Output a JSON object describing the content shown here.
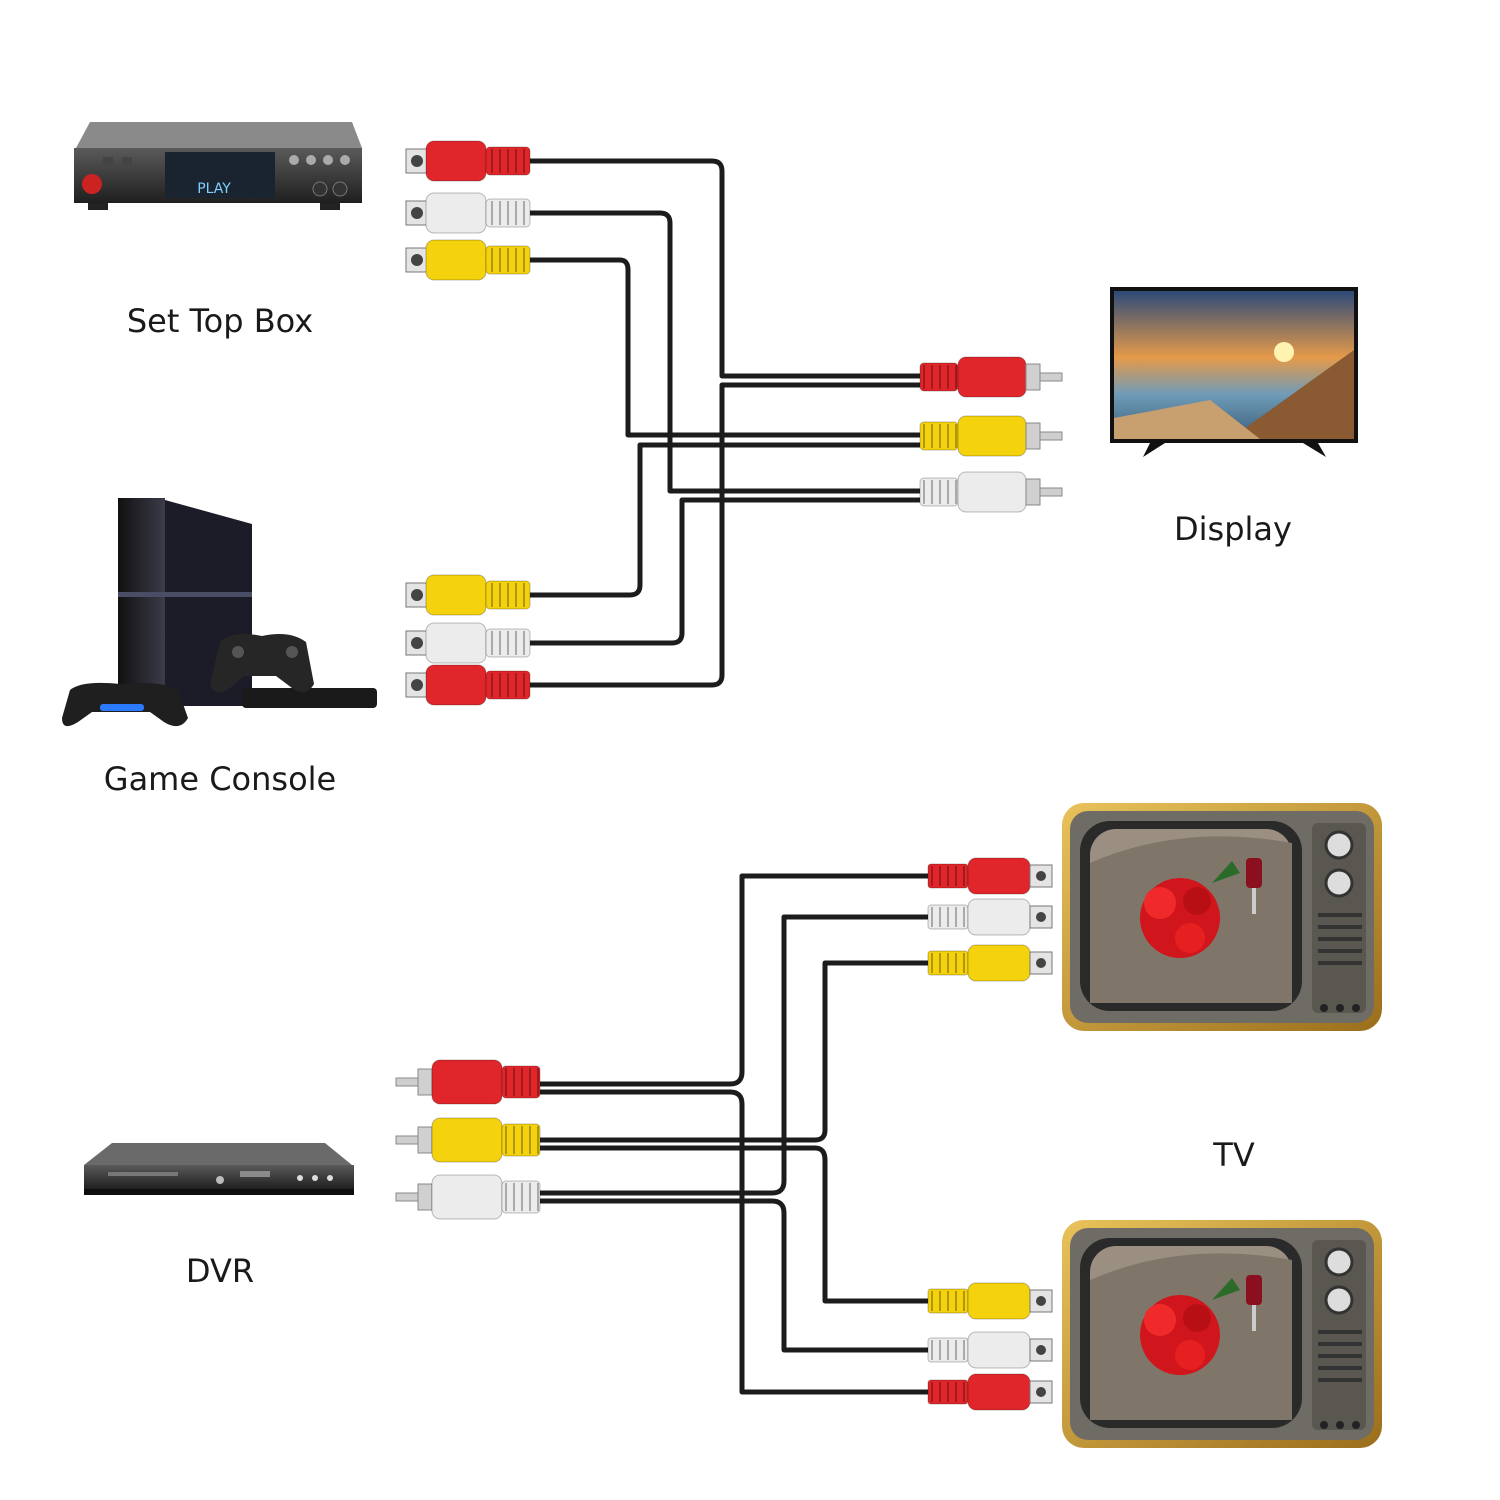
{
  "labels": {
    "set_top_box": "Set Top Box",
    "game_console": "Game Console",
    "display": "Display",
    "dvr": "DVR",
    "tv": "TV",
    "stb_screen": "PLAY"
  },
  "colors": {
    "red": "#e0262a",
    "white": "#ececec",
    "yellow": "#f4d20d",
    "cable": "#1c1c1c",
    "tv_frame": "#c8962a"
  },
  "icons": [
    "set-top-box-icon",
    "game-console-icon",
    "display-icon",
    "dvr-icon",
    "retro-tv-icon"
  ]
}
